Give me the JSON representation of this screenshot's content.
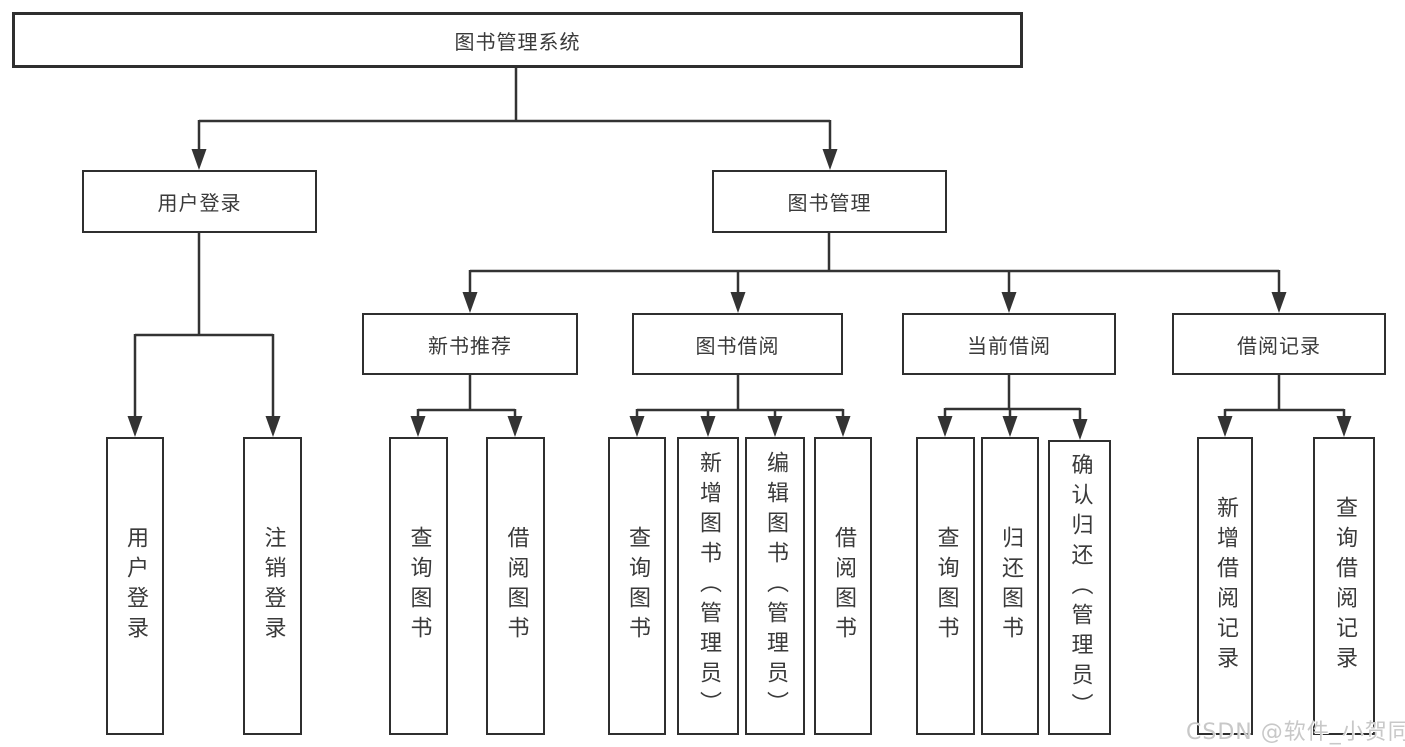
{
  "diagram": {
    "root": {
      "label": "图书管理系统"
    },
    "branches": [
      {
        "label": "用户登录",
        "children": [
          {
            "label": "用户登录"
          },
          {
            "label": "注销登录"
          }
        ]
      },
      {
        "label": "图书管理",
        "children": [
          {
            "label": "新书推荐",
            "children": [
              {
                "label": "查询图书"
              },
              {
                "label": "借阅图书"
              }
            ]
          },
          {
            "label": "图书借阅",
            "children": [
              {
                "label": "查询图书"
              },
              {
                "label": "新增图书（管理员）"
              },
              {
                "label": "编辑图书（管理员）"
              },
              {
                "label": "借阅图书"
              }
            ]
          },
          {
            "label": "当前借阅",
            "children": [
              {
                "label": "查询图书"
              },
              {
                "label": "归还图书"
              },
              {
                "label": "确认归还（管理员）"
              }
            ]
          },
          {
            "label": "借阅记录",
            "children": [
              {
                "label": "新增借阅记录"
              },
              {
                "label": "查询借阅记录"
              }
            ]
          }
        ]
      }
    ]
  },
  "watermark": {
    "text": "CSDN @软件_小贺同学"
  },
  "colors": {
    "line": "#333333",
    "box_border": "#2f2f2f",
    "text": "#3a3a3a",
    "watermark": "#c8c8c8",
    "background": "#ffffff"
  }
}
